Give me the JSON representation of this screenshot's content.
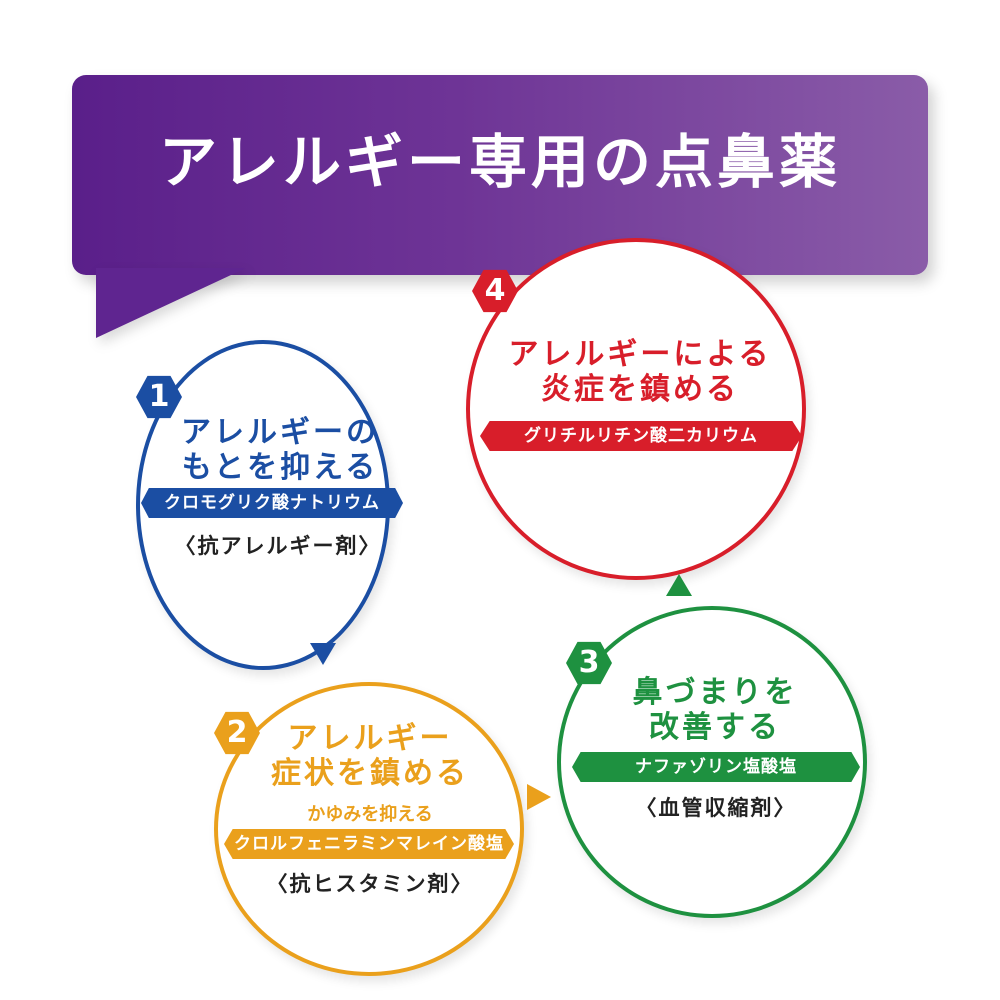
{
  "banner": {
    "title": "アレルギー専用の点鼻薬"
  },
  "colors": {
    "purple": "#6e3496",
    "blue": "#1b4ea3",
    "orange": "#eaa01c",
    "green": "#1e9140",
    "red": "#d81e2a"
  },
  "steps": [
    {
      "number": "1",
      "heading_line1": "アレルギーの",
      "heading_line2": "もとを抑える",
      "ingredient": "クロモグリク酸ナトリウム",
      "category": "〈抗アレルギー剤〉"
    },
    {
      "number": "2",
      "heading_line1": "アレルギー",
      "heading_line2": "症状を鎮める",
      "subtext": "かゆみを抑える",
      "ingredient": "クロルフェニラミンマレイン酸塩",
      "category": "〈抗ヒスタミン剤〉"
    },
    {
      "number": "3",
      "heading_line1": "鼻づまりを",
      "heading_line2": "改善する",
      "ingredient": "ナファゾリン塩酸塩",
      "category": "〈血管収縮剤〉"
    },
    {
      "number": "4",
      "heading_line1": "アレルギーによる",
      "heading_line2": "炎症を鎮める",
      "ingredient": "グリチルリチン酸二カリウム"
    }
  ]
}
